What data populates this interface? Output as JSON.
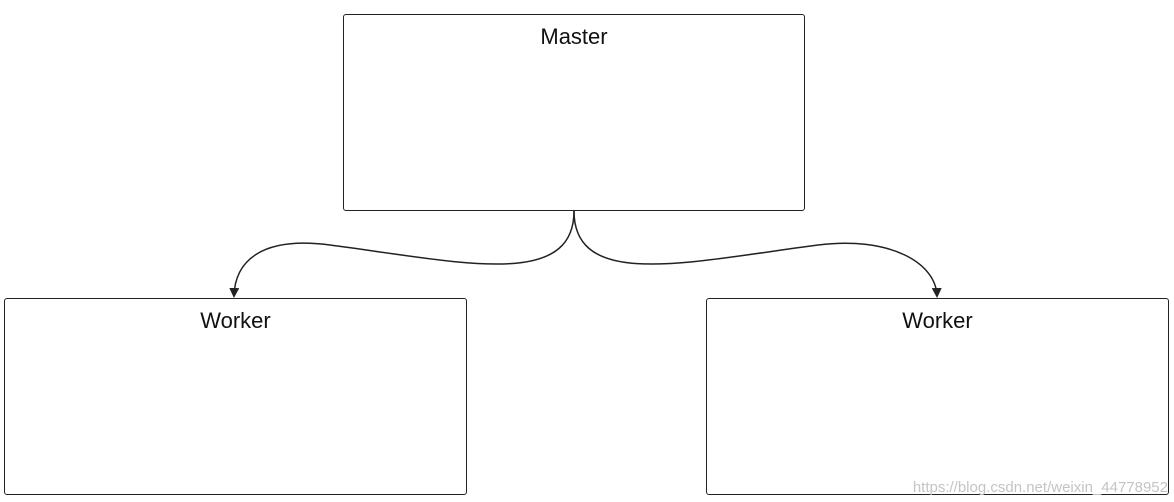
{
  "diagram": {
    "master": {
      "label": "Master"
    },
    "workers": [
      {
        "label": "Worker"
      },
      {
        "label": "Worker"
      }
    ],
    "edges": [
      {
        "from": "Master",
        "to": "Worker (left)"
      },
      {
        "from": "Master",
        "to": "Worker (right)"
      }
    ]
  },
  "watermark": "https://blog.csdn.net/weixin_44778952",
  "colors": {
    "stroke": "#222222",
    "text": "#111111",
    "watermark": "#c4c4c4"
  }
}
